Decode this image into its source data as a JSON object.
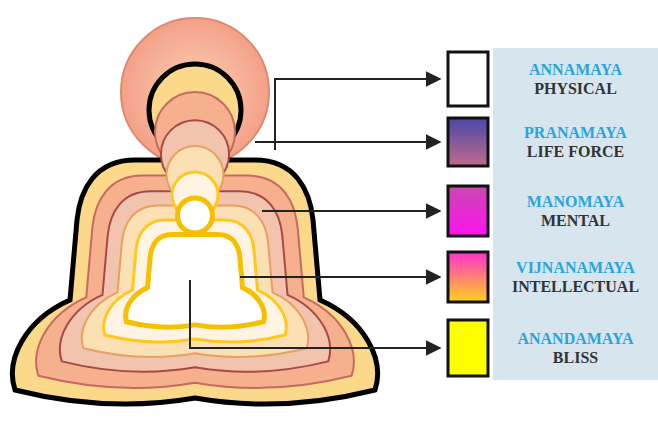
{
  "diagram": {
    "nodes": [
      {
        "text": [
          "ANNAMAYA",
          "PHYSICAL"
        ]
      },
      {
        "text": [
          "PRANAMAYA",
          "LIFE FORCE"
        ]
      },
      {
        "text": [
          "MANOMAYA",
          "MENTAL"
        ]
      },
      {
        "text": [
          "VIJNANAMAYA",
          "INTELLECTUAL"
        ]
      },
      {
        "text": [
          "ANANDAMAYA",
          "BLISS"
        ]
      }
    ]
  }
}
